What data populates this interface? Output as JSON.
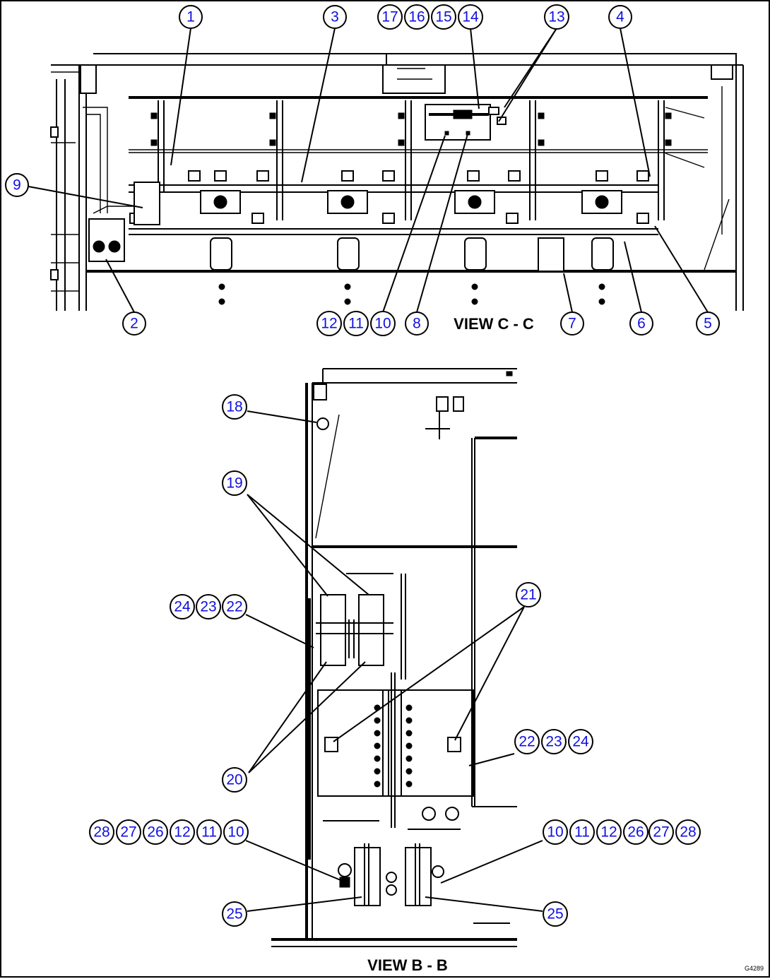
{
  "views": {
    "top_title": "VIEW C - C",
    "bottom_title": "VIEW B - B"
  },
  "drawing_code": "G4289",
  "callouts": {
    "c1": "1",
    "c3": "3",
    "c17": "17",
    "c16": "16",
    "c15": "15",
    "c14": "14",
    "c13": "13",
    "c4": "4",
    "c9": "9",
    "c2": "2",
    "c12a": "12",
    "c11a": "11",
    "c10a": "10",
    "c8": "8",
    "c7": "7",
    "c6": "6",
    "c5": "5",
    "c18": "18",
    "c19": "19",
    "c24a": "24",
    "c23a": "23",
    "c22a": "22",
    "c21": "21",
    "c22b": "22",
    "c23b": "23",
    "c24b": "24",
    "c20": "20",
    "c28a": "28",
    "c27a": "27",
    "c26a": "26",
    "c12b": "12",
    "c11b": "11",
    "c10b": "10",
    "c10c": "10",
    "c11c": "11",
    "c12c": "12",
    "c26c": "26",
    "c27c": "27",
    "c28c": "28",
    "c25a": "25",
    "c25b": "25"
  }
}
